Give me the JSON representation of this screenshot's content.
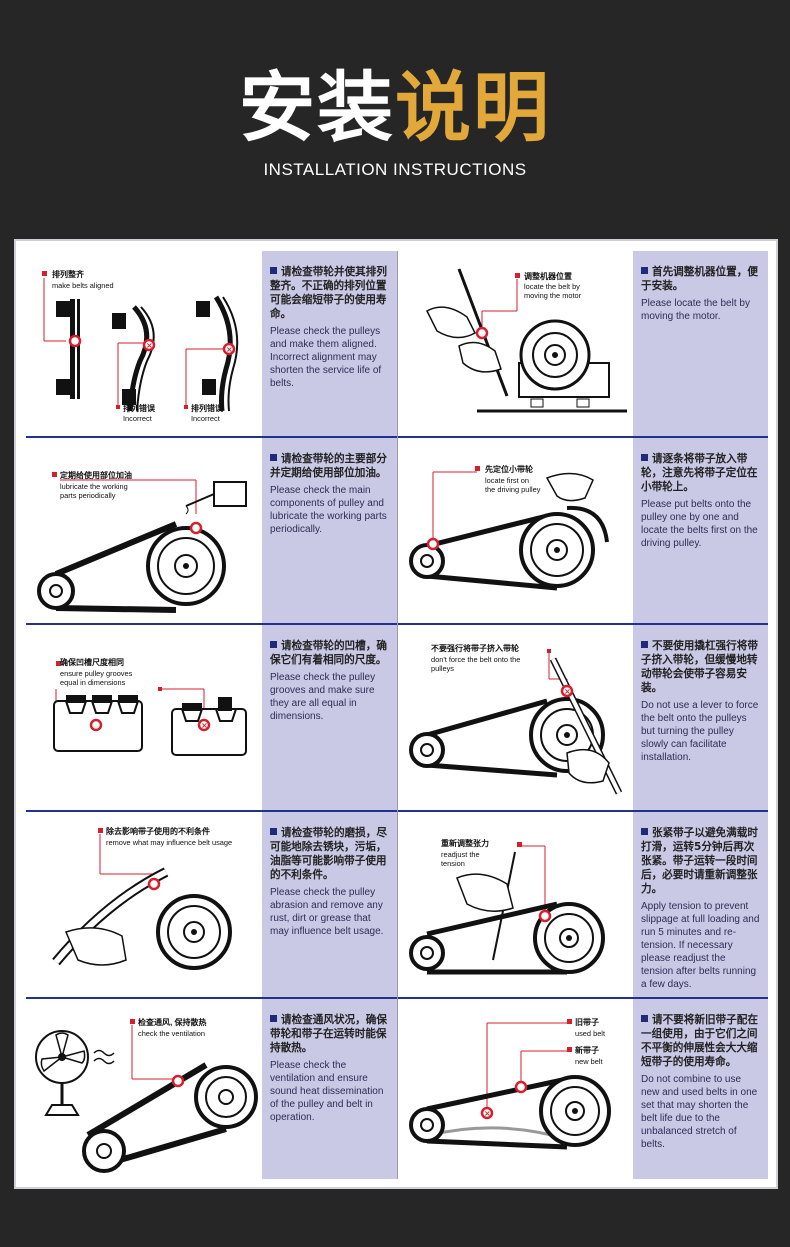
{
  "header": {
    "title_white": "安装",
    "title_gold": "说明",
    "subtitle": "INSTALLATION INSTRUCTIONS"
  },
  "colors": {
    "background": "#262626",
    "gold": "#e2a83a",
    "text_panel": "#c9c9e6",
    "marker_red": "#d41f2e",
    "rule_blue": "#25308a"
  },
  "steps": [
    {
      "labels": [
        "排列整齐",
        "make belts aligned",
        "排列错误",
        "Incorrect",
        "排列错误",
        "Incorrect"
      ],
      "zh": "请检查带轮并使其排列整齐。不正确的排列位置可能会缩短带子的使用寿命。",
      "en": "Please check the pulleys and make them aligned. Incorrect alignment may shorten the service life of belts."
    },
    {
      "labels": [
        "调整机器位置",
        "locate the belt by",
        "moving the motor"
      ],
      "zh": "首先调整机器位置，便于安装。",
      "en": "Please locate the belt by moving the motor."
    },
    {
      "labels": [
        "定期给使用部位加油",
        "lubricate the working",
        "parts periodically"
      ],
      "zh": "请检查带轮的主要部分并定期给使用部位加油。",
      "en": "Please check the main components of pulley and lubricate the working parts periodically."
    },
    {
      "labels": [
        "先定位小带轮",
        "locate first on",
        "the driving pulley"
      ],
      "zh": "请逐条将带子放入带轮，注意先将带子定位在小带轮上。",
      "en": "Please put belts onto the pulley one by one and locate the belts first on the driving pulley."
    },
    {
      "labels": [
        "确保凹槽尺度相同",
        "ensure pulley grooves",
        "equal in dimensions"
      ],
      "zh": "请检查带轮的凹槽，确保它们有着相同的尺度。",
      "en": "Please check the pulley grooves and make sure they are all equal in dimensions."
    },
    {
      "labels": [
        "不要强行将带子挤入带轮",
        "don't force the belt onto the",
        "pulleys"
      ],
      "zh": "不要使用撬杠强行将带子挤入带轮，但缓慢地转动带轮会使带子容易安装。",
      "en": "Do not use a lever to force the belt onto the pulleys but turning the pulley slowly can facilitate installation."
    },
    {
      "labels": [
        "除去影响带子使用的不利条件",
        "remove what may influence belt usage"
      ],
      "zh": "请检查带轮的磨损，尽可能地除去锈块，污垢，油脂等可能影响带子使用的不利条件。",
      "en": "Please check the pulley abrasion and remove any rust, dirt or grease that may influence belt usage."
    },
    {
      "labels": [
        "重新调整张力",
        "readjust the",
        "tension"
      ],
      "zh": "张紧带子以避免满载时打滑，运转5分钟后再次张紧。带子运转一段时间后，必要时请重新调整张力。",
      "en": "Apply tension to prevent slippage at full loading and run 5 minutes and re-tension. If necessary please readjust the tension after belts running a few days."
    },
    {
      "labels": [
        "检查通风, 保持散热",
        "check the ventilation"
      ],
      "zh": "请检查通风状况，确保带轮和带子在运转时能保持散热。",
      "en": "Please check the ventilation and ensure sound heat dissemination of the pulley and belt in operation."
    },
    {
      "labels": [
        "旧带子",
        "used belt",
        "新带子",
        "new belt"
      ],
      "zh": "请不要将新旧带子配在一组使用，由于它们之间不平衡的伸展性会大大缩短带子的使用寿命。",
      "en": "Do not combine to use new and used belts in one set that may shorten the belt life due to the unbalanced stretch of belts."
    }
  ]
}
